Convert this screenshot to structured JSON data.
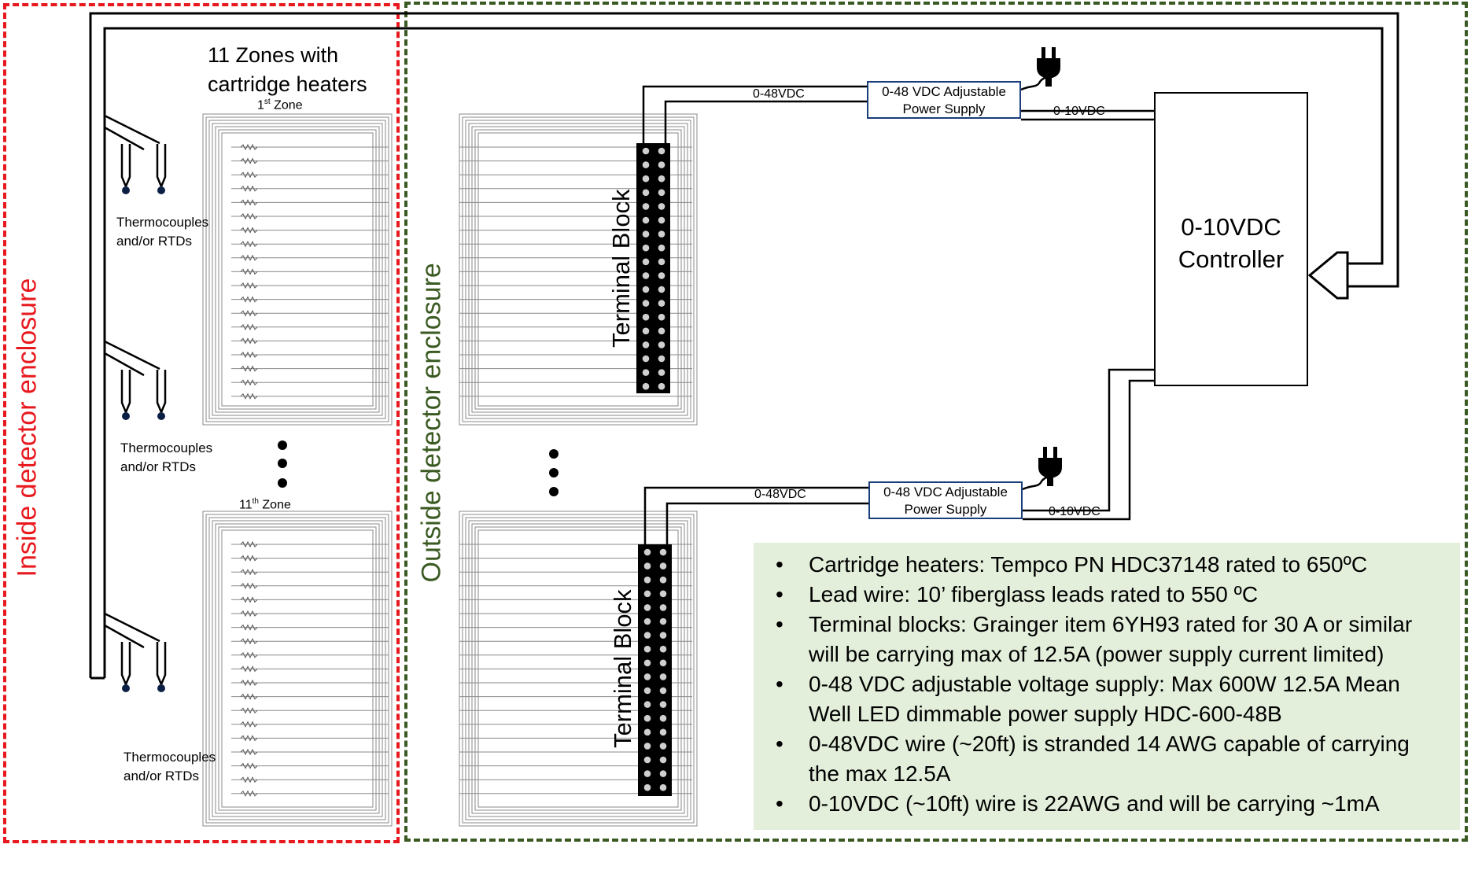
{
  "enclosures": {
    "inside_label": "Inside detector enclosure",
    "outside_label": "Outside detector enclosure",
    "inside_color": "#e8191e",
    "outside_color": "#3a5a22"
  },
  "zones": {
    "title_line1": "11 Zones with",
    "title_line2": "cartridge heaters",
    "first_zone_label": "1st Zone",
    "last_zone_label": "11th Zone"
  },
  "sensors": {
    "label_line1": "Thermocouples",
    "label_line2": "and/or RTDs"
  },
  "terminal_block_label": "Terminal Block",
  "power_supply": {
    "line1": "0-48 VDC Adjustable",
    "line2": "Power Supply",
    "output_wire_label": "0-48VDC",
    "control_wire_label": "0-10VDC"
  },
  "controller": {
    "line1": "0-10VDC",
    "line2": "Controller"
  },
  "icons": [
    "power-plug-icon",
    "ellipsis-icon",
    "resistor-icon",
    "arrow-icon"
  ],
  "notes": [
    "Cartridge heaters: Tempco PN HDC37148 rated to 650ºC",
    "Lead wire: 10’ fiberglass leads rated to 550 ºC",
    "Terminal blocks: Grainger item 6YH93 rated for 30 A or similar will be carrying max of 12.5A (power supply current limited)",
    "0-48 VDC adjustable voltage supply: Max 600W 12.5A Mean Well LED dimmable power supply HDC-600-48B",
    "0-48VDC wire (~20ft) is stranded 14 AWG capable of carrying the max 12.5A",
    "0-10VDC (~10ft) wire is 22AWG and will be carrying ~1mA"
  ],
  "colors": {
    "power_supply_border": "#1a3d7c",
    "notes_background": "#e3efdb"
  }
}
